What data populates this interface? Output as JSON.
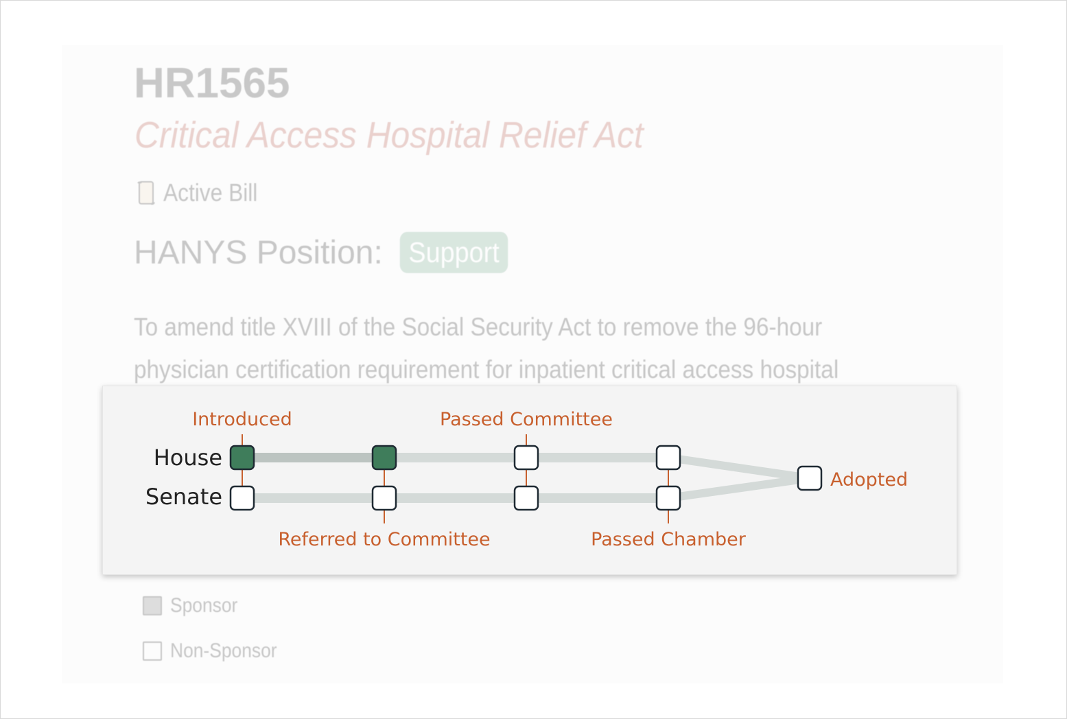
{
  "bill": {
    "id": "HR1565",
    "title": "Critical Access Hospital Relief Act",
    "status": "Active Bill",
    "status_icon": "scroll-icon",
    "position_label": "HANYS Position:",
    "position_value": "Support",
    "description": "To amend title XVIII of the Social Security Act to remove the 96-hour physician certification requirement for inpatient critical access hospital services."
  },
  "tracker": {
    "chambers": [
      "House",
      "Senate"
    ],
    "stages_top": [
      "Introduced",
      "Passed Committee"
    ],
    "stages_bottom": [
      "Referred to Committee",
      "Passed Chamber"
    ],
    "final_stage": "Adopted",
    "house_progress": [
      true,
      true,
      false,
      false
    ],
    "senate_progress": [
      false,
      false,
      false,
      false
    ],
    "colors": {
      "complete": "#3f7d5b",
      "label": "#c8602e",
      "track": "#d4dad8"
    }
  },
  "legend": {
    "sponsor": "Sponsor",
    "non_sponsor": "Non-Sponsor"
  }
}
